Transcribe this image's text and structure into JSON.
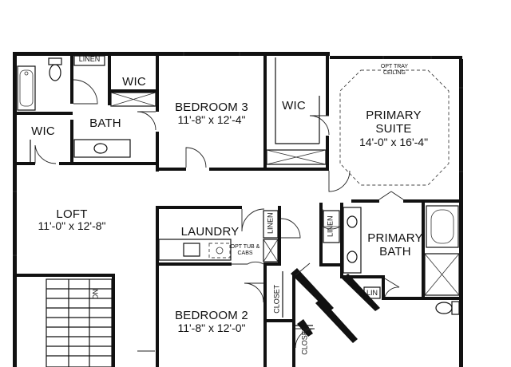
{
  "rooms": {
    "linen_top": "LINEN",
    "wic_small": "WIC",
    "wic_left": "WIC",
    "bath": "BATH",
    "bedroom3": {
      "name": "BEDROOM 3",
      "size": "11'-8\" x 12'-4\""
    },
    "wic_right": "WIC",
    "tray": "OPT TRAY CEILING",
    "primary_suite": {
      "name1": "PRIMARY",
      "name2": "SUITE",
      "size": "14'-0\" x 16'-4\""
    },
    "loft": {
      "name": "LOFT",
      "size": "11'-0\" x 12'-8\""
    },
    "laundry": "LAUNDRY",
    "linen_laundry": "LINEN",
    "linen_primary": "LINEN",
    "primary_bath": {
      "name1": "PRIMARY",
      "name2": "BATH"
    },
    "lin": "LIN",
    "opt_tub": "OPT TUB & CABS",
    "dn": "DN",
    "closet1": "CLOSET",
    "closet2": "CLOSET",
    "bedroom2": {
      "name": "BEDROOM 2",
      "size": "11'-8\" x 12'-0\""
    }
  }
}
